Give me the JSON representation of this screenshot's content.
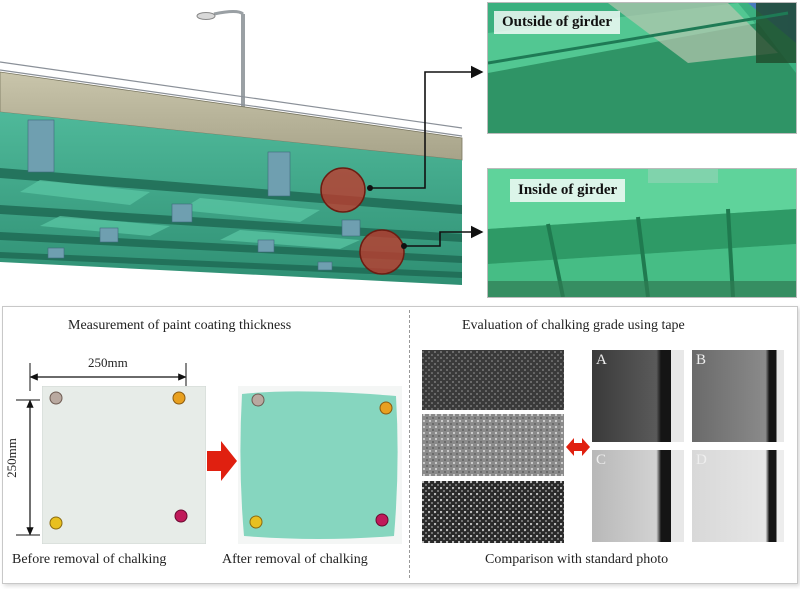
{
  "photos": {
    "outside_label": "Outside of girder",
    "inside_label": "Inside of girder"
  },
  "paint_section": {
    "title": "Measurement  of paint coating thickness",
    "dim_horizontal": "250mm",
    "dim_vertical": "250mm",
    "before_caption": "Before removal  of chalking",
    "after_caption": "After removal  of chalking"
  },
  "chalking_section": {
    "title": "Evaluation of chalking grade using tape",
    "grades": [
      "A",
      "B",
      "C",
      "D"
    ],
    "bottom_caption": "Comparison with standard photo"
  },
  "colors": {
    "girder_green": "#3fae85",
    "paint_green": "#86d6bf",
    "highlight_red": "#c0392b",
    "arrow_red": "#e02010"
  }
}
